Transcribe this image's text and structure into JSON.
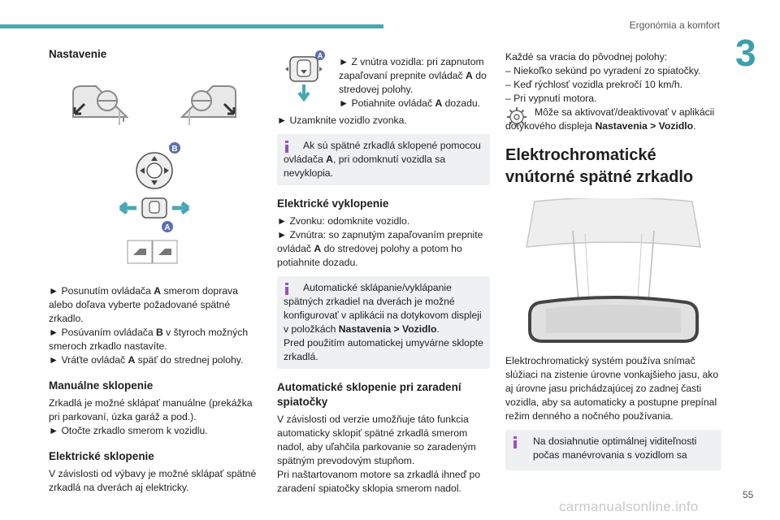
{
  "header": {
    "section": "Ergonómia a komfort",
    "chapter": "3"
  },
  "icons": {
    "info": "info-icon",
    "settings": "gear-icon",
    "direction": "arrow-icon",
    "control_a": "button-A-icon",
    "control_b": "joystick-B-icon",
    "mirror": "mirror-icon"
  },
  "colors": {
    "accent": "#4aa7b5",
    "note_icon": "#9b4fc4",
    "note_bg": "#eef0f2"
  },
  "labels": {
    "a": "A",
    "b": "B"
  },
  "col1": {
    "title": "Nastavenie",
    "p1": [
      "Posunutím ovládača ",
      "A",
      " smerom doprava alebo doľava vyberte požadované spätné zrkadlo."
    ],
    "p2": [
      "Posúvaním ovládača ",
      "B",
      " v štyroch možných smeroch zrkadlo nastavíte."
    ],
    "p3": [
      "Vráťte ovládač ",
      "A",
      " späť do strednej polohy."
    ],
    "manual_title": "Manuálne sklopenie",
    "manual_p1": "Zrkadlá je možné sklápať manuálne (prekážka pri parkovaní, úzka garáž a pod.).",
    "manual_p2": "Otočte zrkadlo smerom k vozidlu.",
    "electric_title": "Elektrické sklopenie",
    "electric_p": "V závislosti od výbavy je možné sklápať spätné zrkadlá na dverách aj elektricky."
  },
  "col2": {
    "top1": "Z vnútra vozidla: pri zapnutom zapaľovaní prepnite ovládač ",
    "top_a1": "A",
    "top2": " do stredovej polohy.",
    "top3": "Potiahnite ovládač ",
    "top_a2": "A",
    "top4": " dozadu.",
    "lock": "Uzamknite vozidlo zvonka.",
    "note1": [
      "Ak sú spätné zrkadlá sklopené pomocou ovládača ",
      "A",
      ", pri odomknutí vozidla sa nevyklopia."
    ],
    "unfold_title": "Elektrické vyklopenie",
    "unfold_p1": "Zvonku: odomknite vozidlo.",
    "unfold_p2": [
      "Zvnútra: so zapnutým zapaľovaním prepnite ovládač ",
      "A",
      " do stredovej polohy a potom ho potiahnite dozadu."
    ],
    "note2_a": "Automatické sklápanie/vyklápanie spätných zrkadiel na dverách je možné konfigurovať v aplikácii na dotykovom displeji v položkách ",
    "note2_b": "Nastavenia > Vozidlo",
    "note2_c": ".",
    "note2_d": "Pred použitím automatickej umyvárne sklopte zrkadlá.",
    "reverse_title": "Automatické sklopenie pri zaradení spiatočky",
    "reverse_p1": "V závislosti od verzie umožňuje táto funkcia automaticky sklopiť spätné zrkadlá smerom nadol, aby uľahčila parkovanie so zaradeným spätným prevodovým stupňom.",
    "reverse_p2": "Pri naštartovanom motore sa zrkadlá ihneď po zaradení spiatočky sklopia smerom nadol."
  },
  "col3": {
    "intro": "Každé sa vracia do pôvodnej polohy:",
    "items": [
      "Niekoľko sekúnd po vyradení zo spiatočky.",
      "Keď rýchlosť vozidla prekročí 10 km/h.",
      "Pri vypnutí motora."
    ],
    "settings_a": "Môže sa aktivovať/deaktivovať v aplikácii dotykového displeja ",
    "settings_b": "Nastavenia > Vozidlo",
    "settings_c": ".",
    "title": "Elektrochromatické vnútorné spätné zrkadlo",
    "desc": "Elektrochromatický systém používa snímač slúžiaci na zistenie úrovne vonkajšieho jasu, ako aj úrovne jasu prichádzajúcej zo zadnej časti vozidla, aby sa automaticky a postupne prepínal režim denného a nočného používania.",
    "note": "Na dosiahnutie optimálnej viditeľnosti počas manévrovania s vozidlom sa"
  },
  "footer": {
    "page": "55",
    "watermark": "carmanualsonline.info"
  }
}
